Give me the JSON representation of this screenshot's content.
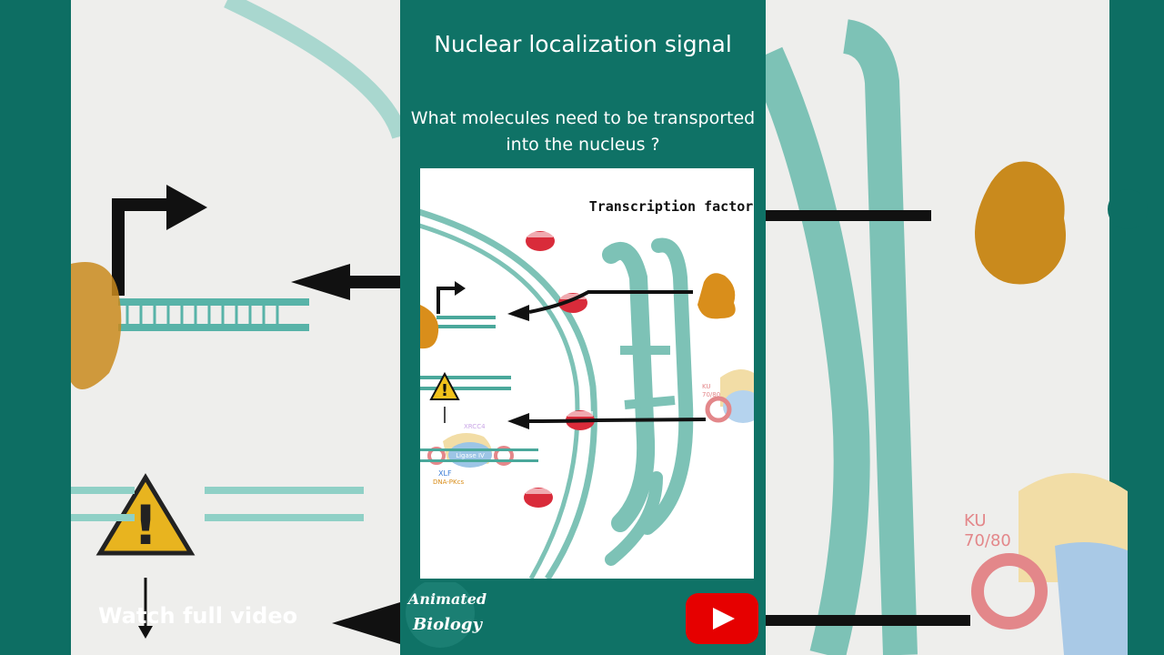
{
  "header": {
    "title": "Nuclear localization signal",
    "question": "What molecules need to be transported into the nucleus ?"
  },
  "figure": {
    "label": "Transcription factor",
    "ku_label": "KU",
    "ku_sub": "70/80",
    "xlf_label": "XLF",
    "ligase_label": "Ligase IV",
    "xrcc_label": "XRCC4",
    "dnapk_label": "DNA-PKcs"
  },
  "footer": {
    "logo_line1": "Animated",
    "logo_line2": "Biology",
    "cta": "Watch full video"
  },
  "colors": {
    "teal": "#0f7266",
    "membrane": "#7dc2b6",
    "accent_red": "#e60000"
  }
}
